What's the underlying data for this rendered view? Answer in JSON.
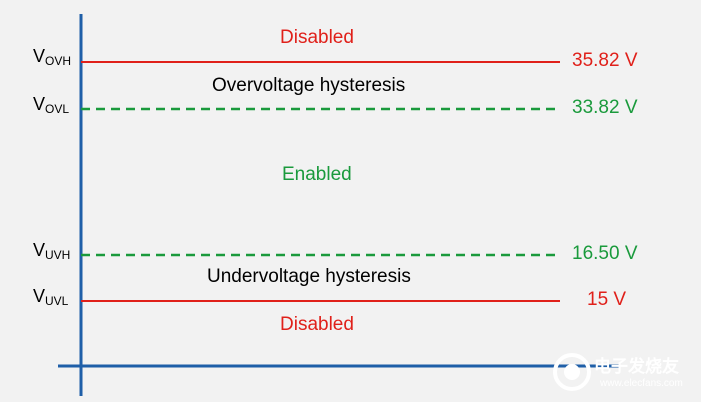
{
  "colors": {
    "red": "#e0201a",
    "green": "#1a9a3c",
    "axis": "#1f5fa8"
  },
  "levels": {
    "ovh": {
      "label_main": "V",
      "label_sub": "OVH",
      "value": "35.82 V",
      "style": "solid-red"
    },
    "ovl": {
      "label_main": "V",
      "label_sub": "OVL",
      "value": "33.82 V",
      "style": "dashed-green"
    },
    "uvh": {
      "label_main": "V",
      "label_sub": "UVH",
      "value": "16.50 V",
      "style": "dashed-green"
    },
    "uvl": {
      "label_main": "V",
      "label_sub": "UVL",
      "value": "15 V",
      "style": "solid-red"
    }
  },
  "regions": {
    "top_disabled": "Disabled",
    "over_hysteresis": "Overvoltage hysteresis",
    "enabled": "Enabled",
    "under_hysteresis": "Undervoltage hysteresis",
    "bottom_disabled": "Disabled"
  },
  "watermark": {
    "name": "电子发烧友",
    "url": "www.elecfans.com"
  }
}
